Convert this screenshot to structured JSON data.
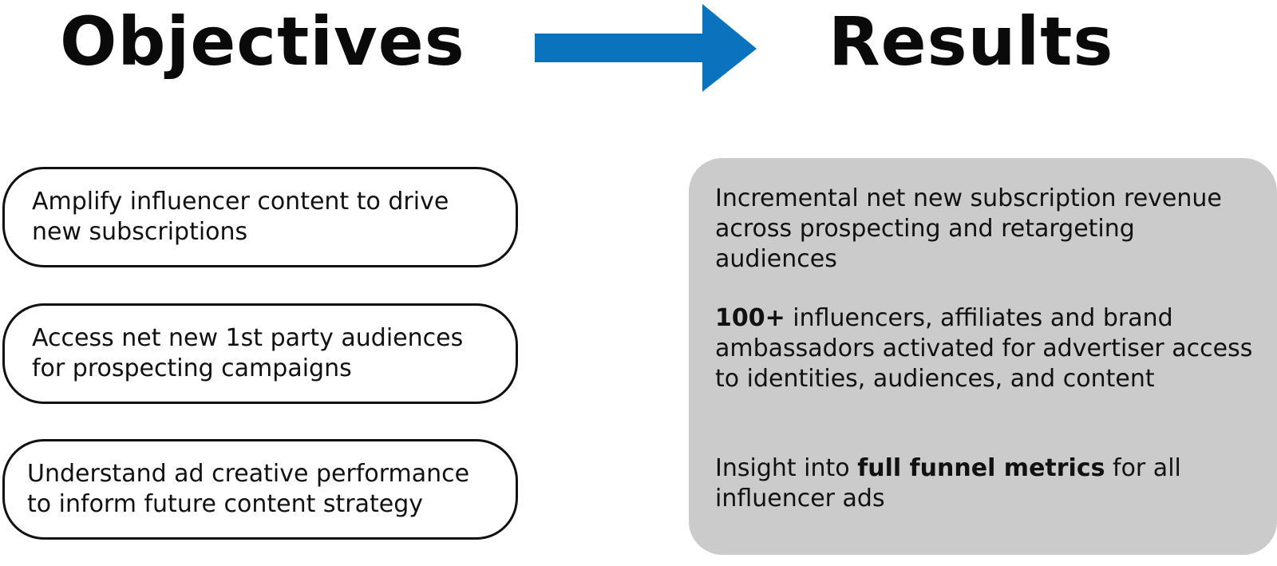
{
  "objectives": {
    "title": "Objectives",
    "items": [
      "Amplify influencer content to drive new subscriptions",
      "Access net new 1st party audiences for prospecting campaigns",
      "Understand ad creative performance to inform future content strategy"
    ]
  },
  "arrow": {
    "icon": "right-arrow-icon",
    "color": "#0b72bd"
  },
  "results": {
    "title": "Results",
    "panel_color": "#cbcbcb",
    "item1": "Incremental net new subscription revenue across prospecting and retargeting audiences",
    "item2": {
      "bold": "100+",
      "text": " influencers, affiliates and brand ambassadors activated for advertiser access to identities, audiences, and content"
    },
    "item3": {
      "before": "Insight into ",
      "bold": "full funnel metrics",
      "after": " for all influencer ads"
    }
  }
}
